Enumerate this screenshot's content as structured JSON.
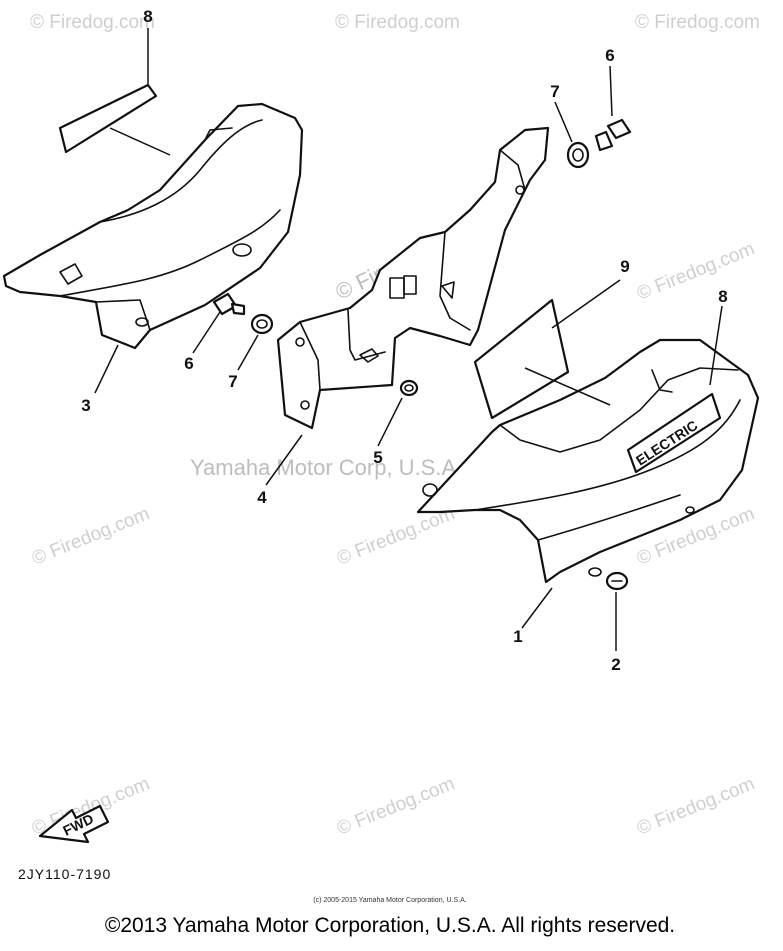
{
  "watermarks": {
    "site": "© Firedog.com",
    "site_plain": "Firedog.com",
    "center": "Yamaha Motor Corp, U.S.A."
  },
  "callouts": [
    {
      "id": "c8a",
      "label": "8"
    },
    {
      "id": "c3",
      "label": "3"
    },
    {
      "id": "c6a",
      "label": "6"
    },
    {
      "id": "c7a",
      "label": "7"
    },
    {
      "id": "c4",
      "label": "4"
    },
    {
      "id": "c5",
      "label": "5"
    },
    {
      "id": "c7b",
      "label": "7"
    },
    {
      "id": "c6b",
      "label": "6"
    },
    {
      "id": "c9",
      "label": "9"
    },
    {
      "id": "c8b",
      "label": "8"
    },
    {
      "id": "c1",
      "label": "1"
    },
    {
      "id": "c2",
      "label": "2"
    }
  ],
  "emblem_text": "ELECTRIC",
  "fwd_label": "FWD",
  "part_code": "2JY110-7190",
  "copyright_small": "(c) 2005-2015 Yamaha Motor Corporation, U.S.A.",
  "copyright_main": "©2013 Yamaha Motor Corporation, U.S.A. All rights reserved."
}
